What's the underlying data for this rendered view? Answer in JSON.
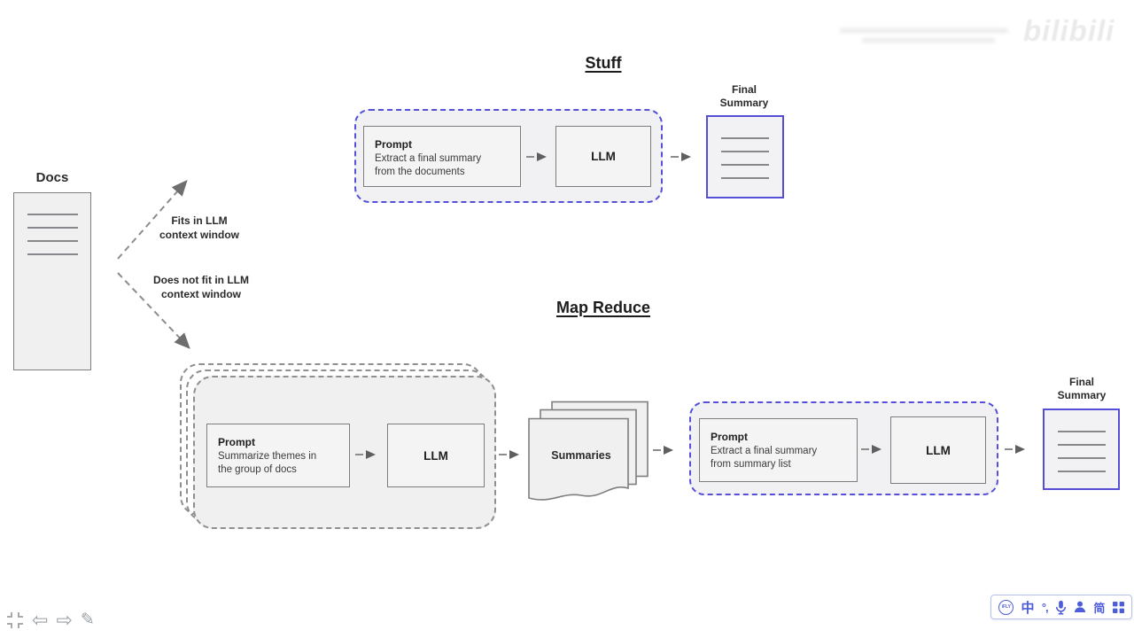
{
  "watermark": {
    "brand": "bilibili"
  },
  "diagram": {
    "docs": {
      "label": "Docs"
    },
    "branches": {
      "fits": "Fits in LLM\ncontext window",
      "not_fit": "Does not fit in LLM\ncontext window"
    },
    "stuff": {
      "title": "Stuff",
      "prompt": {
        "title": "Prompt",
        "body": "Extract a final summary\nfrom the documents"
      },
      "llm": "LLM",
      "final_summary": "Final\nSummary"
    },
    "map_reduce": {
      "title": "Map Reduce",
      "map_prompt": {
        "title": "Prompt",
        "body": "Summarize themes in\nthe group of docs"
      },
      "map_llm": "LLM",
      "summaries": "Summaries",
      "reduce_prompt": {
        "title": "Prompt",
        "body": "Extract a final summary\nfrom summary list"
      },
      "reduce_llm": "LLM",
      "final_summary": "Final\nSummary"
    }
  },
  "player_controls": {
    "icons": [
      "fit-screen",
      "back-arrow",
      "forward-arrow",
      "pencil"
    ]
  },
  "ime_toolbar": {
    "logo": "iFLY",
    "lang": "中",
    "punctuation": "°,",
    "simplified": "简",
    "icons": [
      "microphone",
      "user",
      "app-grid"
    ]
  },
  "colors": {
    "accent_blue_dashed": "#5450d8",
    "doc_blue_border": "#544fd6",
    "ime_blue": "#4d5cd9",
    "box_fill": "#f1f1f4",
    "border_gray": "#7d7d7d"
  }
}
